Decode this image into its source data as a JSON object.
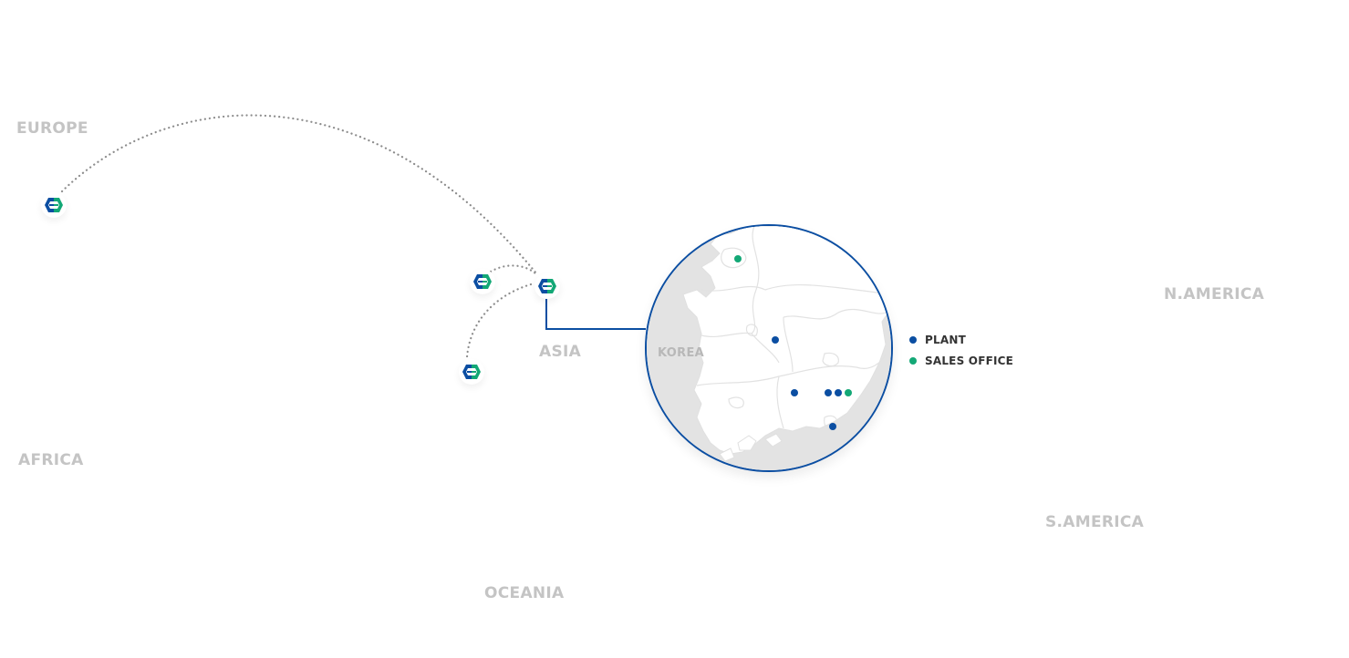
{
  "regions": {
    "europe": "EUROPE",
    "africa": "AFRICA",
    "asia": "ASIA",
    "oceania": "OCEANIA",
    "n_america": "N.AMERICA",
    "s_america": "S.AMERICA"
  },
  "markers": [
    {
      "id": "europe-site",
      "icon": "company-logo-icon"
    },
    {
      "id": "asia-site-west",
      "icon": "company-logo-icon"
    },
    {
      "id": "asia-site-main",
      "icon": "company-logo-icon"
    },
    {
      "id": "asia-site-south",
      "icon": "company-logo-icon"
    }
  ],
  "inset": {
    "label": "KOREA",
    "sites": [
      {
        "type": "sales_office"
      },
      {
        "type": "plant"
      },
      {
        "type": "plant"
      },
      {
        "type": "plant"
      },
      {
        "type": "plant"
      },
      {
        "type": "sales_office"
      },
      {
        "type": "plant"
      }
    ]
  },
  "legend": [
    {
      "label": "PLANT",
      "type": "plant"
    },
    {
      "label": "SALES OFFICE",
      "type": "sales_office"
    }
  ],
  "colors": {
    "plant": "#0b4ea2",
    "sales_office": "#13a876",
    "connector_line": "#0b4ea2",
    "route_dots": "#8c8c8c",
    "region_label": "#c4c4c4",
    "land_outside": "#e3e3e3"
  }
}
